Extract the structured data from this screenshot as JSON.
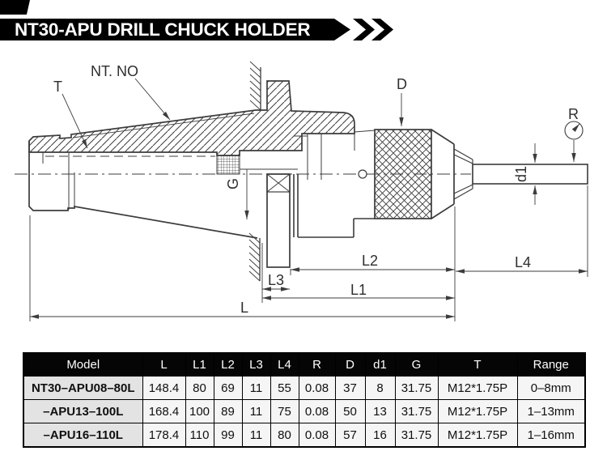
{
  "header": {
    "title": "NT30-APU DRILL CHUCK HOLDER"
  },
  "colors": {
    "banner_bg": "#000000",
    "banner_text": "#ffffff",
    "table_header_bg": "#050505",
    "model_cell_bg": "#e3e3e3",
    "data_cell_bg": "#f5f5f5",
    "line_color": "#3c3c3c"
  },
  "drawing": {
    "labels": {
      "nt_no": "NT. NO",
      "t": "T",
      "g": "G",
      "d": "D",
      "r": "R",
      "d1": "d1",
      "l": "L",
      "l1": "L1",
      "l2": "L2",
      "l3": "L3",
      "l4": "L4"
    }
  },
  "table": {
    "columns": [
      "Model",
      "L",
      "L1",
      "L2",
      "L3",
      "L4",
      "R",
      "D",
      "d1",
      "G",
      "T",
      "Range"
    ],
    "rows": [
      {
        "model": "NT30–APU08–80L",
        "values": [
          "148.4",
          "80",
          "69",
          "11",
          "55",
          "0.08",
          "37",
          "8",
          "31.75",
          "M12*1.75P",
          "0–8mm"
        ]
      },
      {
        "model": "–APU13–100L",
        "values": [
          "168.4",
          "100",
          "89",
          "11",
          "75",
          "0.08",
          "50",
          "13",
          "31.75",
          "M12*1.75P",
          "1–13mm"
        ]
      },
      {
        "model": "–APU16–110L",
        "values": [
          "178.4",
          "110",
          "99",
          "11",
          "80",
          "0.08",
          "57",
          "16",
          "31.75",
          "M12*1.75P",
          "1–16mm"
        ]
      }
    ]
  }
}
